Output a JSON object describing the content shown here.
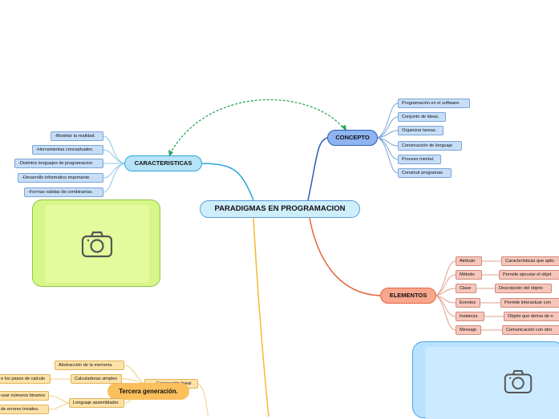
{
  "central": {
    "label": "PARADIGMAS EN PROGRAMACION"
  },
  "caracteristicas": {
    "label": "CARACTERISTICAS",
    "items": [
      "-Modelar la realidad.",
      "-Herramientas conceptuales.",
      "-Distintos lenguajes de programacion",
      "-Desarrollo informatico importante.",
      "-Formas validas de combinartas."
    ]
  },
  "concepto": {
    "label": "CONCEPTO",
    "items": [
      "Programación en el software.",
      "Conjunto de ideas.",
      "Organizar tareas.",
      "Construcción de lenguaje",
      "Proceso mental.",
      "Construir programas"
    ]
  },
  "elementos": {
    "label": "ELEMENTOS",
    "items": [
      {
        "term": "Atributo",
        "desc": "Características que aplic"
      },
      {
        "term": "Método",
        "desc": "Permite ejecutar el objet"
      },
      {
        "term": "Clase",
        "desc": "Descripción del objeto"
      },
      {
        "term": "Eventos",
        "desc": "Permite interactuar con"
      },
      {
        "term": "Instancia",
        "desc": "Objeto que deriva de o"
      },
      {
        "term": "Mensaje",
        "desc": "Comunicación con otro"
      }
    ]
  },
  "tercera": {
    "label": "Tercera generación.",
    "hidden_label": "Generación lineal",
    "items": [
      {
        "label": "Abstracción de la memoria."
      },
      {
        "label": "Calculadoras simples",
        "detail": "e los pasos de calculo"
      },
      {
        "label": "Lenguaje assemblador",
        "details": [
          "usar números binarios",
          "de errores triviales."
        ]
      }
    ]
  },
  "icons": {
    "left_photo": "camera-icon",
    "right_photo": "camera-icon"
  },
  "colors": {
    "caracteristicas_line": "#2aa7d8",
    "concepto_line": "#2a5fb5",
    "elementos_line": "#e8643a",
    "tercera_line": "#f5b82e",
    "relation_line": "#2aa65a"
  }
}
